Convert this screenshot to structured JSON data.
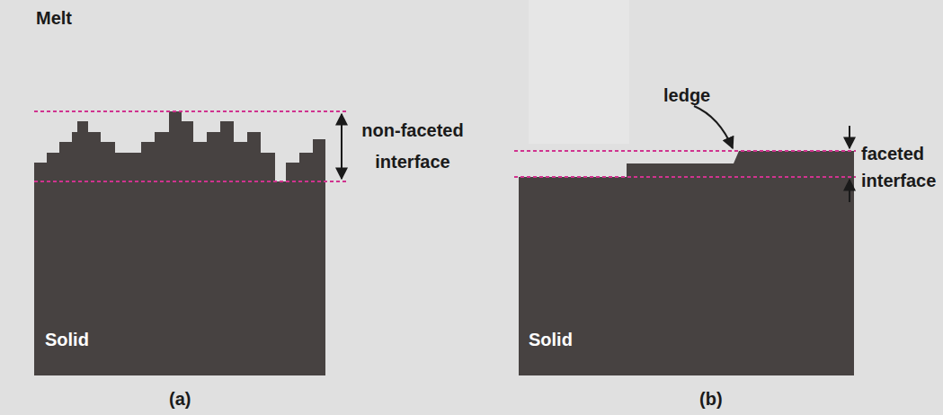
{
  "diagram": {
    "labels": [
      "Melt",
      "non-faceted interface",
      "Solid",
      "(a)",
      "ledge",
      "faceted interface",
      "Solid",
      "(b)"
    ]
  }
}
